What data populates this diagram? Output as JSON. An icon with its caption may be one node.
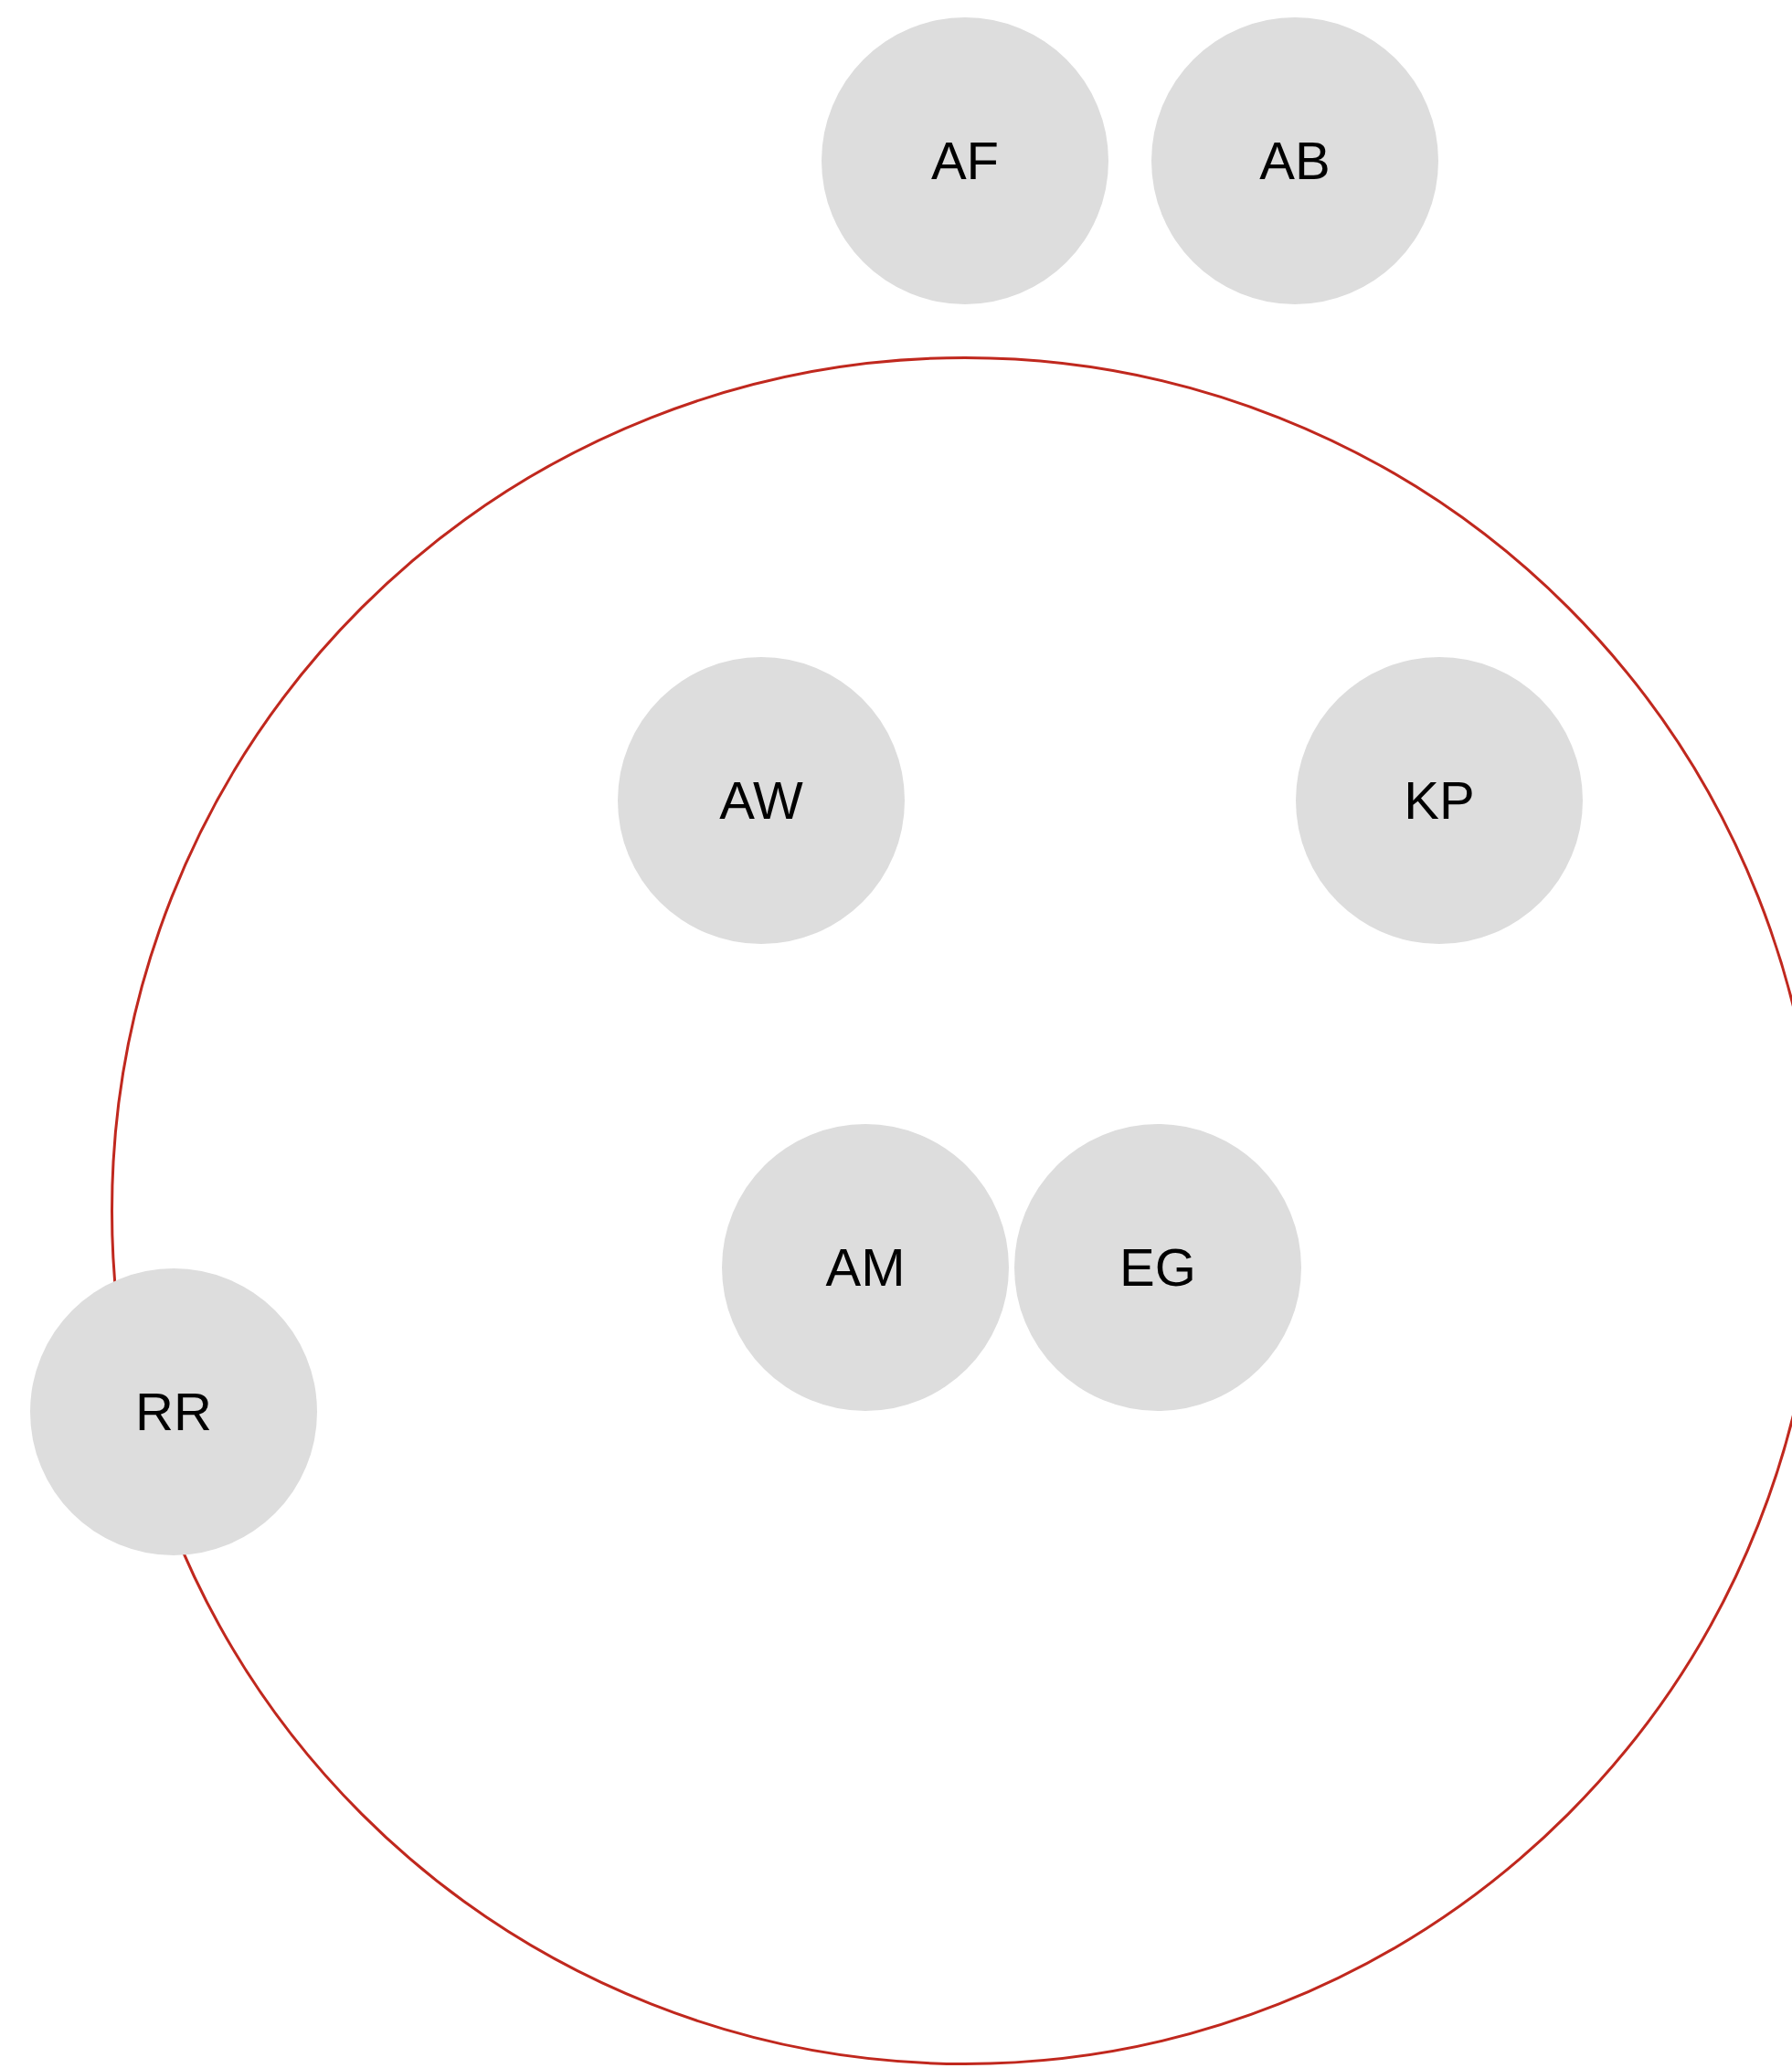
{
  "diagram": {
    "nodes": [
      {
        "text": [
          "AF"
        ]
      },
      {
        "text": [
          "AB"
        ]
      },
      {
        "text": [],
        "shape": "circle"
      },
      {
        "text": [
          "AW"
        ],
        "in": 2
      },
      {
        "text": [
          "KP"
        ],
        "in": 2
      },
      {
        "text": [
          "AM"
        ],
        "in": 2
      },
      {
        "text": [
          "EG"
        ],
        "in": 2
      },
      {
        "text": [
          "RR"
        ]
      }
    ]
  }
}
